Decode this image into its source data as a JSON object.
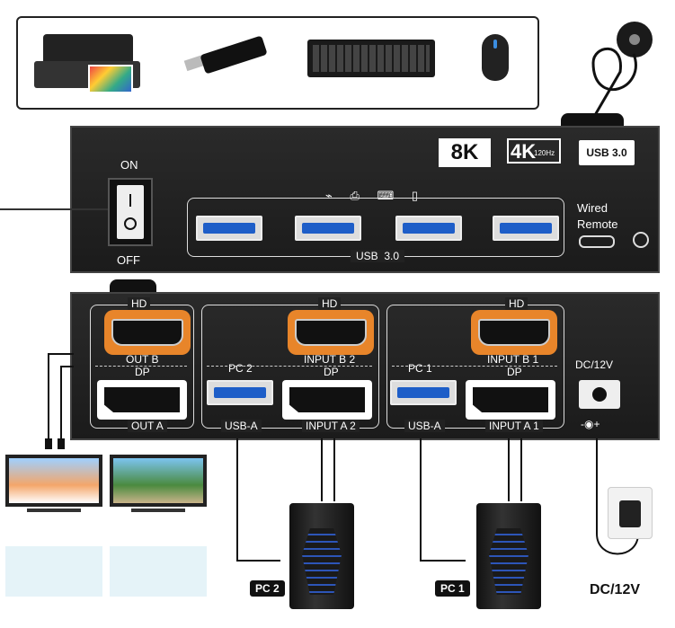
{
  "front_panel": {
    "power_on": "ON",
    "power_off": "OFF",
    "badge_8k": "8K",
    "badge_4k": "4K",
    "badge_4k_sub": "120Hz",
    "badge_usb": "USB 3.0",
    "usb_group_label": "USB  3.0",
    "wired_remote_line1": "Wired",
    "wired_remote_line2": "Remote"
  },
  "back_panel": {
    "out_group": {
      "hd": "HD",
      "out_b": "OUT B",
      "dp": "DP",
      "out_a": "OUT A"
    },
    "pc2_group": {
      "pc_label": "PC 2",
      "hd": "HD",
      "input_b": "INPUT B 2",
      "dp": "DP",
      "usb_a": "USB-A",
      "input_a": "INPUT A 2"
    },
    "pc1_group": {
      "pc_label": "PC 1",
      "hd": "HD",
      "input_b": "INPUT B 1",
      "dp": "DP",
      "usb_a": "USB-A",
      "input_a": "INPUT A 1"
    },
    "power": {
      "label": "DC/12V",
      "polarity": "-◉+"
    }
  },
  "bottom": {
    "pc2_tag": "PC 2",
    "pc1_tag": "PC 1",
    "adapter_label": "DC/12V"
  },
  "colors": {
    "usb_blue": "#1e5ec8",
    "hdmi_orange": "#e8852a",
    "panel": "#222222"
  },
  "icons": [
    "printer-icon",
    "usb-drive-icon",
    "keyboard-icon",
    "mouse-icon",
    "wired-remote-icon",
    "monitor-icon",
    "pc-tower-icon",
    "power-adapter-icon"
  ]
}
